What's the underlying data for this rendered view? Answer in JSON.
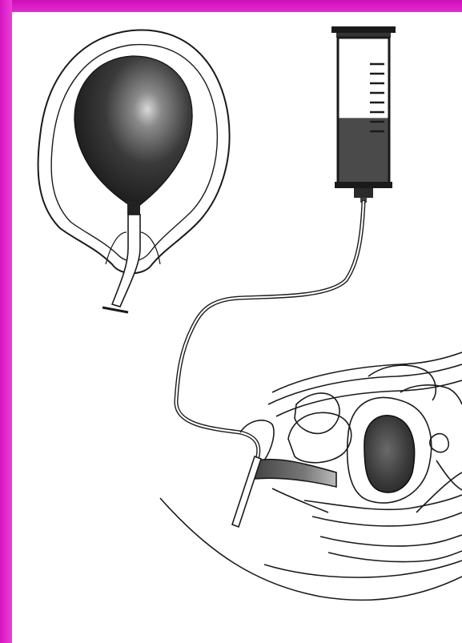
{
  "slide": {
    "background_color": "#e21ac8",
    "canvas_color": "#ffffff"
  },
  "diagram": {
    "components": [
      "balloon-catheter-in-uterus",
      "fluid-syringe",
      "connecting-tube",
      "pelvic-cross-section"
    ],
    "syringe": {
      "fill_level": 0.45,
      "tick_count": 8
    },
    "ink_color": "#1a1a1a",
    "balloon_color": "#3a3a3a",
    "fluid_color": "#555555"
  }
}
